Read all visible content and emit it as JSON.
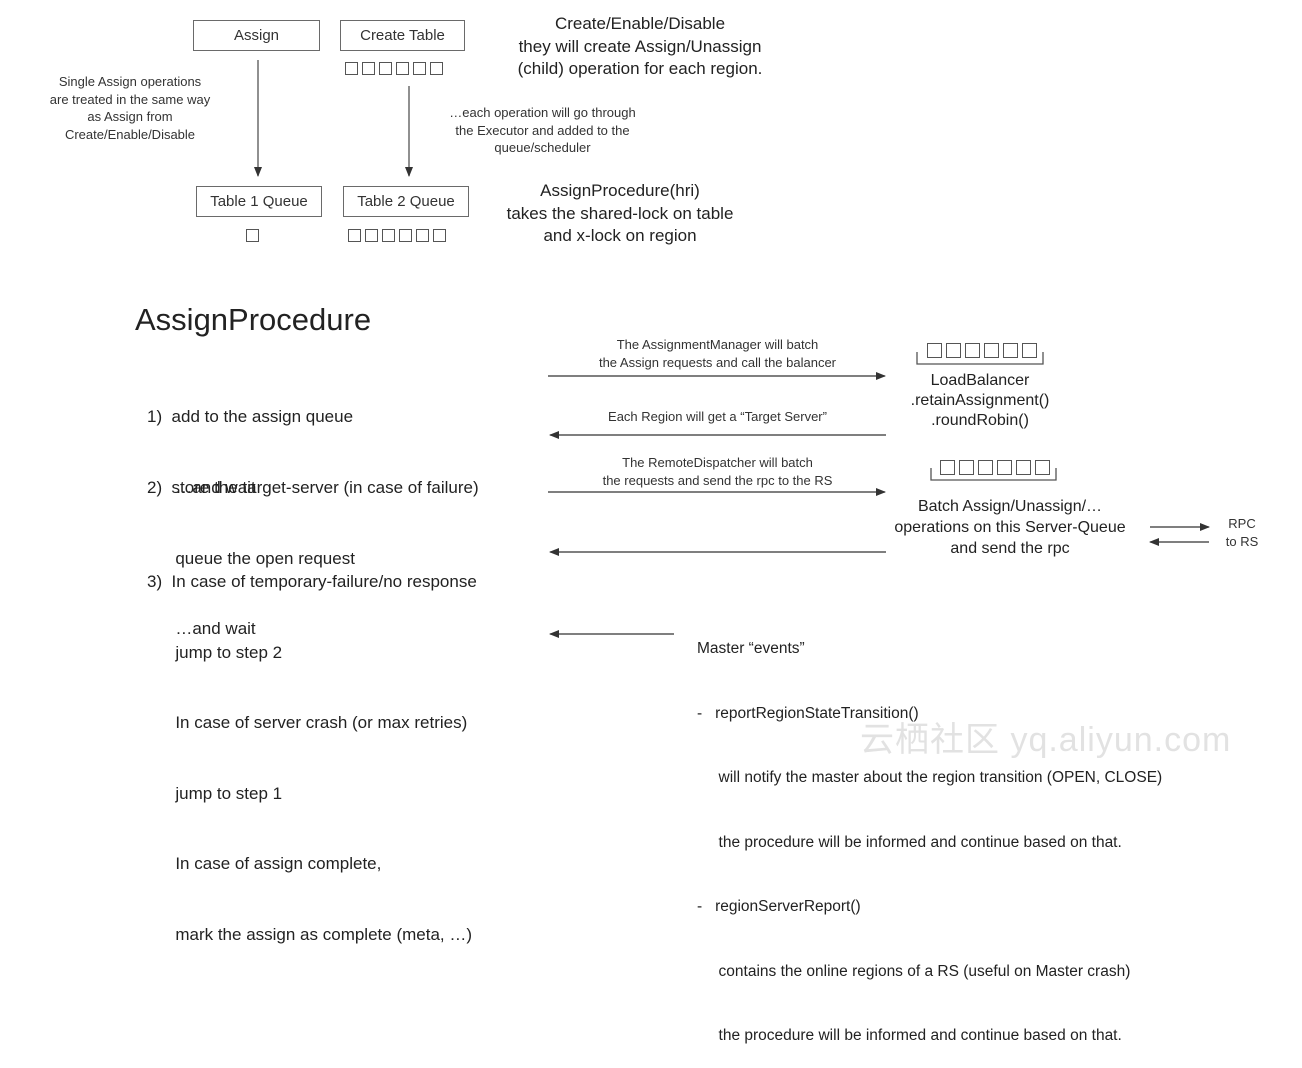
{
  "top": {
    "assign_box": "Assign",
    "create_table_box": "Create Table",
    "create_note": [
      "Create/Enable/Disable",
      "they will create Assign/Unassign",
      "(child) operation for each region."
    ],
    "single_note": [
      "Single Assign operations",
      "are treated in the same way",
      "as Assign from",
      "Create/Enable/Disable"
    ],
    "executor_note": [
      "…each operation will go through",
      "the Executor and added to the",
      "queue/scheduler"
    ],
    "table1_box": "Table 1 Queue",
    "table2_box": "Table 2 Queue",
    "assign_proc_note": [
      "AssignProcedure(hri)",
      "takes the shared-lock on table",
      "and x-lock on region"
    ]
  },
  "procedure": {
    "title": "AssignProcedure",
    "step1": [
      "1)  add to the assign queue",
      "      …and wait"
    ],
    "step2": [
      "2)  store the target-server (in case of failure)",
      "      queue the open request",
      "      …and wait"
    ],
    "step3": [
      "3)  In case of temporary-failure/no response",
      "      jump to step 2",
      "      In case of server crash (or max retries)",
      "      jump to step 1",
      "      In case of assign complete,",
      "      mark the assign as complete (meta, …)"
    ]
  },
  "right": {
    "am_note": [
      "The AssignmentManager will batch",
      "the Assign requests and call the balancer"
    ],
    "target_note": "Each Region will get a “Target Server”",
    "lb_label": [
      "LoadBalancer",
      ".retainAssignment()",
      ".roundRobin()"
    ],
    "rd_note": [
      "The RemoteDispatcher will batch",
      "the requests and send the rpc to the RS"
    ],
    "batch_label": [
      "Batch Assign/Unassign/…",
      "operations on this Server-Queue",
      "and send the rpc"
    ],
    "rpc_label": [
      "RPC",
      "to RS"
    ]
  },
  "events": {
    "heading": "Master “events”",
    "lines": [
      "-   reportRegionStateTransition()",
      "     will notify the master about the region transition (OPEN, CLOSE)",
      "     the procedure will be informed and continue based on that.",
      "-   regionServerReport()",
      "     contains the online regions of a RS (useful on Master crash)",
      "     the procedure will be informed and continue based on that."
    ]
  },
  "watermark": "云栖社区 yq.aliyun.com"
}
